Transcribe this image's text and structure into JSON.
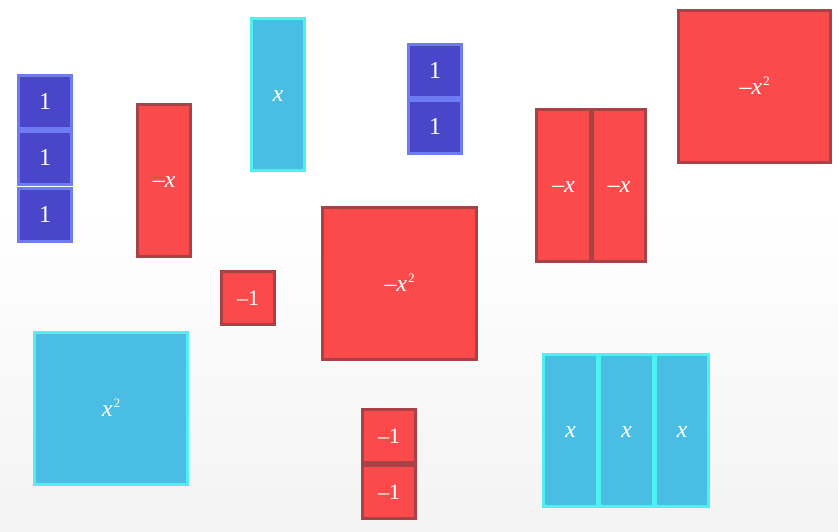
{
  "colors": {
    "positive_unit_fill": "#4a46c9",
    "positive_unit_border": "#6f7bf2",
    "positive_x_fill": "#4abde4",
    "positive_x_border": "#4ff0f0",
    "negative_fill": "#fb4a4b",
    "negative_border": "#a94247"
  },
  "labels": {
    "one": "1",
    "neg_one": "–1",
    "x": "x",
    "neg_x": "–x",
    "x_squared_base": "x",
    "neg_x_squared_base": "–x",
    "exponent": "2"
  },
  "tiles": [
    {
      "kind": "unit",
      "label": "1"
    },
    {
      "kind": "unit",
      "label": "1"
    },
    {
      "kind": "unit",
      "label": "1"
    },
    {
      "kind": "neg-x",
      "label": "–x"
    },
    {
      "kind": "x",
      "label": "x"
    },
    {
      "kind": "neg-unit",
      "label": "–1"
    },
    {
      "kind": "unit",
      "label": "1"
    },
    {
      "kind": "unit",
      "label": "1"
    },
    {
      "kind": "neg-x-squared",
      "label": "–x2"
    },
    {
      "kind": "neg-x",
      "label": "–x"
    },
    {
      "kind": "neg-x",
      "label": "–x"
    },
    {
      "kind": "neg-x-squared",
      "label": "–x2"
    },
    {
      "kind": "x-squared",
      "label": "x2"
    },
    {
      "kind": "neg-unit",
      "label": "–1"
    },
    {
      "kind": "neg-unit",
      "label": "–1"
    },
    {
      "kind": "x",
      "label": "x"
    },
    {
      "kind": "x",
      "label": "x"
    },
    {
      "kind": "x",
      "label": "x"
    }
  ]
}
